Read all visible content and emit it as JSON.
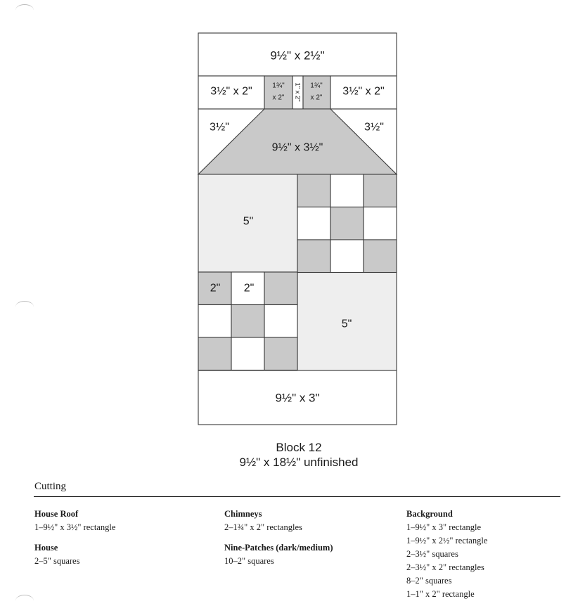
{
  "block": {
    "title": "Block 12",
    "subtitle": "9½\" x 18½\" unfinished"
  },
  "colors": {
    "medium_gray": "#c9c9c9",
    "light_gray": "#eeeeee",
    "background": "#ffffff",
    "outline": "#3a3a3a"
  },
  "diagram_labels": {
    "top_strip": "9½\" x 2½\"",
    "chimney_bg_left": "3½\" x 2\"",
    "chimney_left_line1": "1¾\"",
    "chimney_left_line2": "x 2\"",
    "chimney_center": "1\" x 2\"",
    "chimney_right_line1": "1¾\"",
    "chimney_right_line2": "x 2\"",
    "chimney_bg_right": "3½\" x 2\"",
    "roof_corner_left": "3½\"",
    "roof_corner_right": "3½\"",
    "roof": "9½\" x 3½\"",
    "house_top_left": "5\"",
    "ninepatch_bottom_left_a": "2\"",
    "ninepatch_bottom_left_b": "2\"",
    "house_bottom_right": "5\"",
    "bottom_strip": "9½\" x 3\""
  },
  "cutting": {
    "title": "Cutting",
    "columns": [
      {
        "groups": [
          {
            "title": "House Roof",
            "lines": [
              "1–9½\" x 3½\" rectangle"
            ]
          },
          {
            "title": "House",
            "lines": [
              "2–5\" squares"
            ]
          }
        ]
      },
      {
        "groups": [
          {
            "title": "Chimneys",
            "lines": [
              "2–1¾\" x 2\" rectangles"
            ]
          },
          {
            "title": "Nine-Patches (dark/medium)",
            "lines": [
              "10–2\" squares"
            ]
          }
        ]
      },
      {
        "groups": [
          {
            "title": "Background",
            "lines": [
              "1–9½\" x 3\" rectangle",
              "1–9½\" x 2½\" rectangle",
              "2–3½\" squares",
              "2–3½\" x 2\" rectangles",
              "8–2\" squares",
              "1–1\" x 2\" rectangle"
            ]
          }
        ]
      }
    ]
  }
}
